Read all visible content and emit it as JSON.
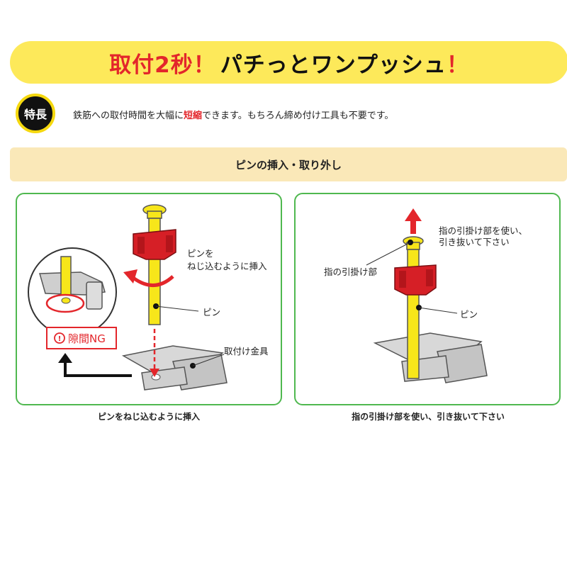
{
  "banner": {
    "highlight": "取付2秒",
    "exclaim1": "！",
    "rest": "パチっとワンプッシュ",
    "exclaim2": "！"
  },
  "feature": {
    "badge": "特長",
    "text_before": "鉄筋への取付時間を大幅に",
    "text_highlight": "短縮",
    "text_after": "できます。もちろん締め付け工具も不要です。"
  },
  "section": {
    "title": "ピンの挿入・取り外し"
  },
  "panel_left": {
    "label_insert_line1": "ピンを",
    "label_insert_line2": "ねじ込むように挿入",
    "label_pin": "ピン",
    "label_bracket": "取付け金具",
    "warning": "隙間NG",
    "caption": "ピンをねじ込むように挿入"
  },
  "panel_right": {
    "label_remove_line1": "指の引掛け部を使い、",
    "label_remove_line2": "引き抜いて下さい",
    "label_grip": "指の引掛け部",
    "label_pin": "ピン",
    "caption": "指の引掛け部を使い、引き抜いて下さい"
  },
  "colors": {
    "banner_bg": "#fde95a",
    "accent_red": "#e3262b",
    "panel_border": "#4fb84f",
    "section_bg": "#fae8b8",
    "pin_yellow": "#f7e61a"
  }
}
